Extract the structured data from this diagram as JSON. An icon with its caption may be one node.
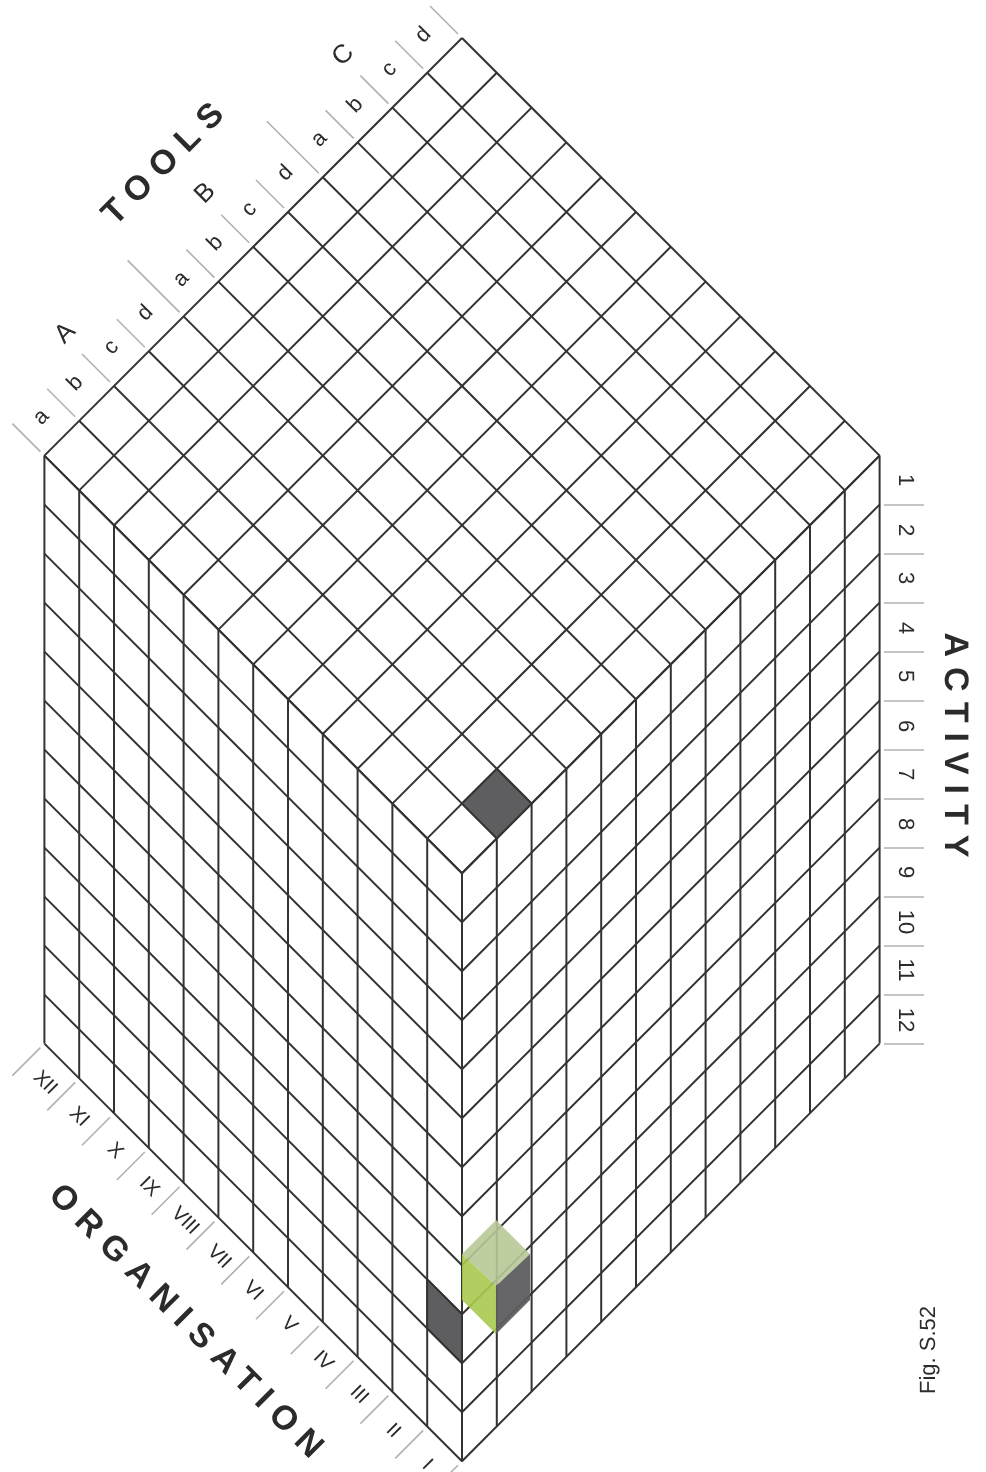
{
  "diagram": {
    "labels": [
      "TOOLS",
      "A",
      "a",
      "b",
      "c",
      "d",
      "B",
      "a",
      "b",
      "c",
      "d",
      "C",
      "a",
      "b",
      "c",
      "d",
      "ACTIVITY",
      "1",
      "2",
      "3",
      "4",
      "5",
      "6",
      "7",
      "8",
      "9",
      "10",
      "11",
      "12",
      "ORGANISATION",
      "XII",
      "XI",
      "X",
      "IX",
      "VIII",
      "VII",
      "VI",
      "V",
      "IV",
      "III",
      "II",
      "I",
      "Fig. S.52"
    ]
  }
}
